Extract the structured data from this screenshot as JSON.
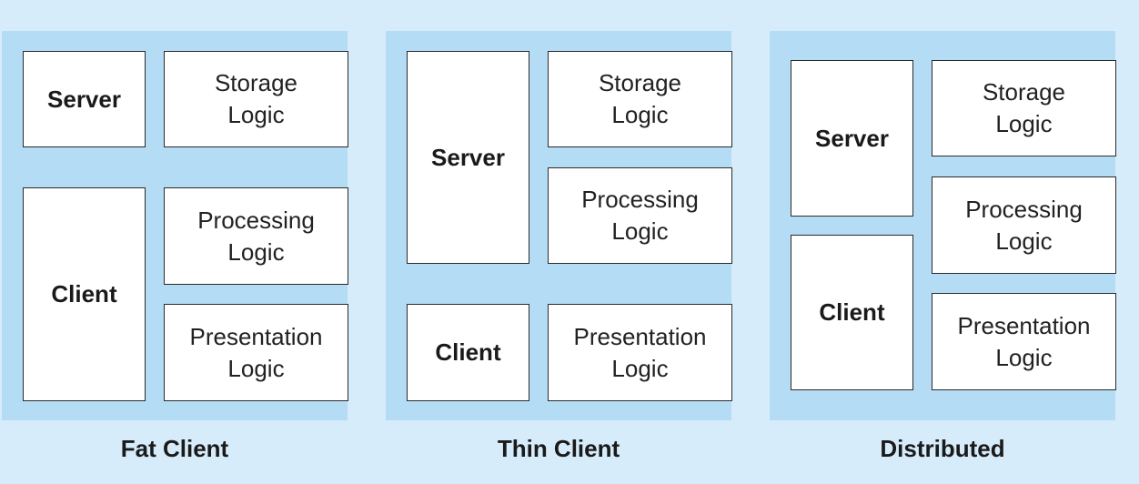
{
  "layers": {
    "storage": [
      "Storage",
      "Logic"
    ],
    "processing": [
      "Processing",
      "Logic"
    ],
    "presentation": [
      "Presentation",
      "Logic"
    ]
  },
  "tiers": {
    "server": "Server",
    "client": "Client"
  },
  "captions": {
    "fat": "Fat Client",
    "thin": "Thin Client",
    "distributed": "Distributed"
  }
}
